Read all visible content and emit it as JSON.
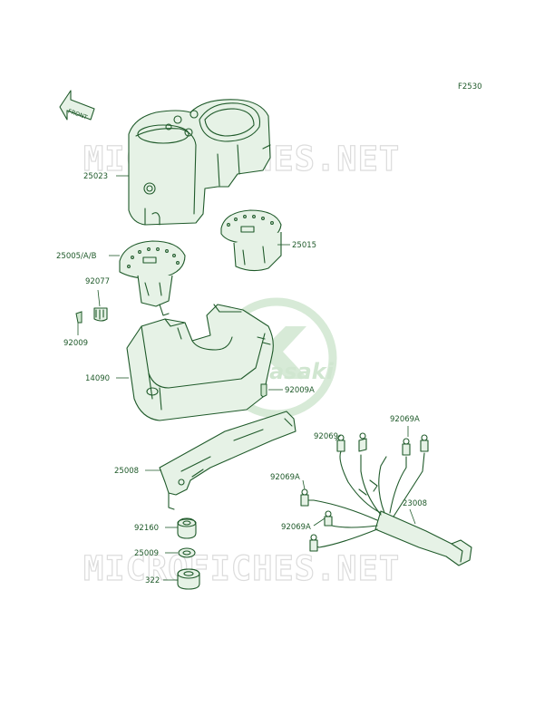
{
  "figure_code": "F2530",
  "front_label": "FRONT",
  "watermark_text": "MICROFICHES.NET",
  "logo_text": "Kawasaki",
  "colors": {
    "ink": "#1f5a2a",
    "watermark": "#dcdcdc",
    "logo": "#d0e6d0",
    "background": "#ffffff"
  },
  "parts": {
    "p25023": "25023",
    "p25005": "25005/A/B",
    "p25015": "25015",
    "p92077": "92077",
    "p92009": "92009",
    "p14090": "14090",
    "p92009A": "92009A",
    "p25008": "25008",
    "p92069A_top": "92069A",
    "p92069": "92069",
    "p92069A_mid": "92069A",
    "p92069A_low": "92069A",
    "p23008": "23008",
    "p92160": "92160",
    "p25009": "25009",
    "p322": "322"
  }
}
